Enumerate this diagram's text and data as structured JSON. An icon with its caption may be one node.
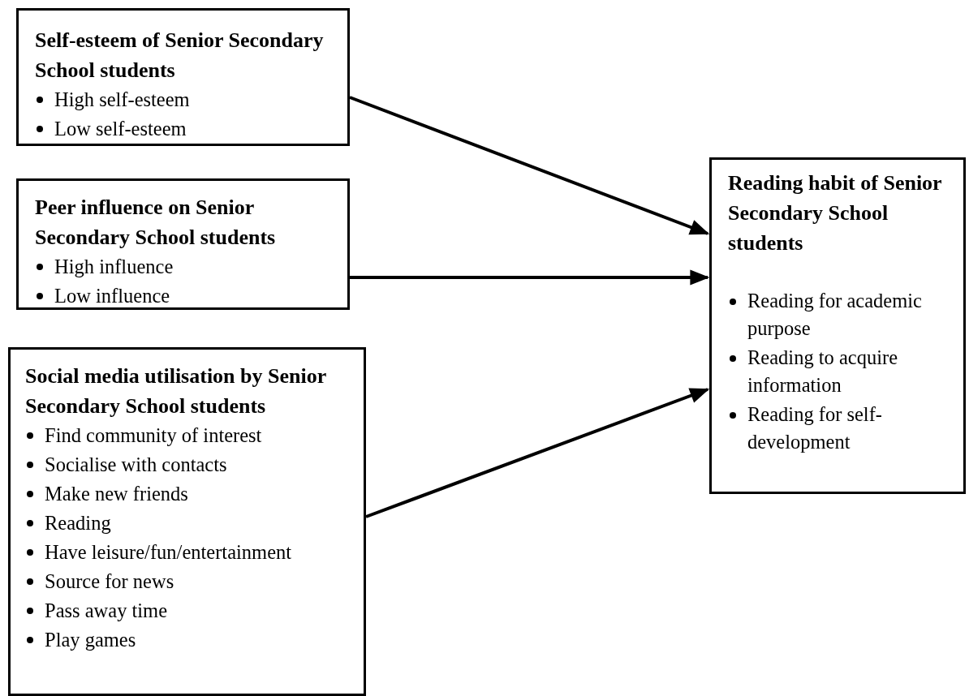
{
  "diagram": {
    "nodes": [
      {
        "text": [
          "Self-esteem of Senior Secondary School students",
          "High self-esteem",
          "Low self-esteem"
        ]
      },
      {
        "text": [
          "Peer influence on Senior Secondary School students",
          "High influence",
          "Low influence"
        ]
      },
      {
        "text": [
          "Social media utilisation by Senior Secondary School students",
          "Find community of interest",
          "Socialise with contacts",
          "Make new friends",
          "Reading",
          "Have leisure/fun/entertainment",
          "Source for news",
          "Pass away time",
          "Play games"
        ]
      },
      {
        "text": [
          "Reading habit of Senior Secondary School students",
          "Reading for academic purpose",
          "Reading to acquire information",
          "Reading for self-development"
        ]
      }
    ],
    "edges": [
      {
        "from": 0,
        "to": 3,
        "arrow": "to"
      },
      {
        "from": 1,
        "to": 3,
        "arrow": "to"
      },
      {
        "from": 2,
        "to": 3,
        "arrow": "to"
      }
    ]
  }
}
